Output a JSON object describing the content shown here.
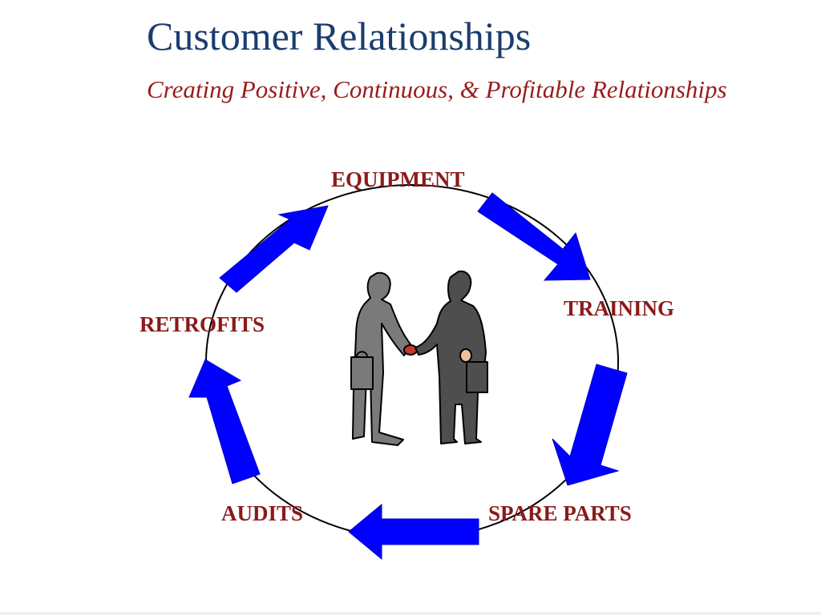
{
  "slide": {
    "title": "Customer Relationships",
    "subtitle": "Creating Positive, Continuous, & Profitable Relationships"
  },
  "cycle": {
    "stages": [
      "EQUIPMENT",
      "TRAINING",
      "SPARE PARTS",
      "AUDITS",
      "RETROFITS"
    ],
    "arrow_color": "#0000ff",
    "label_color": "#8b1a1a"
  },
  "colors": {
    "title": "#1a3d6e",
    "subtitle": "#9a1c1c",
    "left_figure": "#7a7a7a",
    "right_figure": "#505050"
  },
  "icons": [
    "handshake-icon"
  ]
}
